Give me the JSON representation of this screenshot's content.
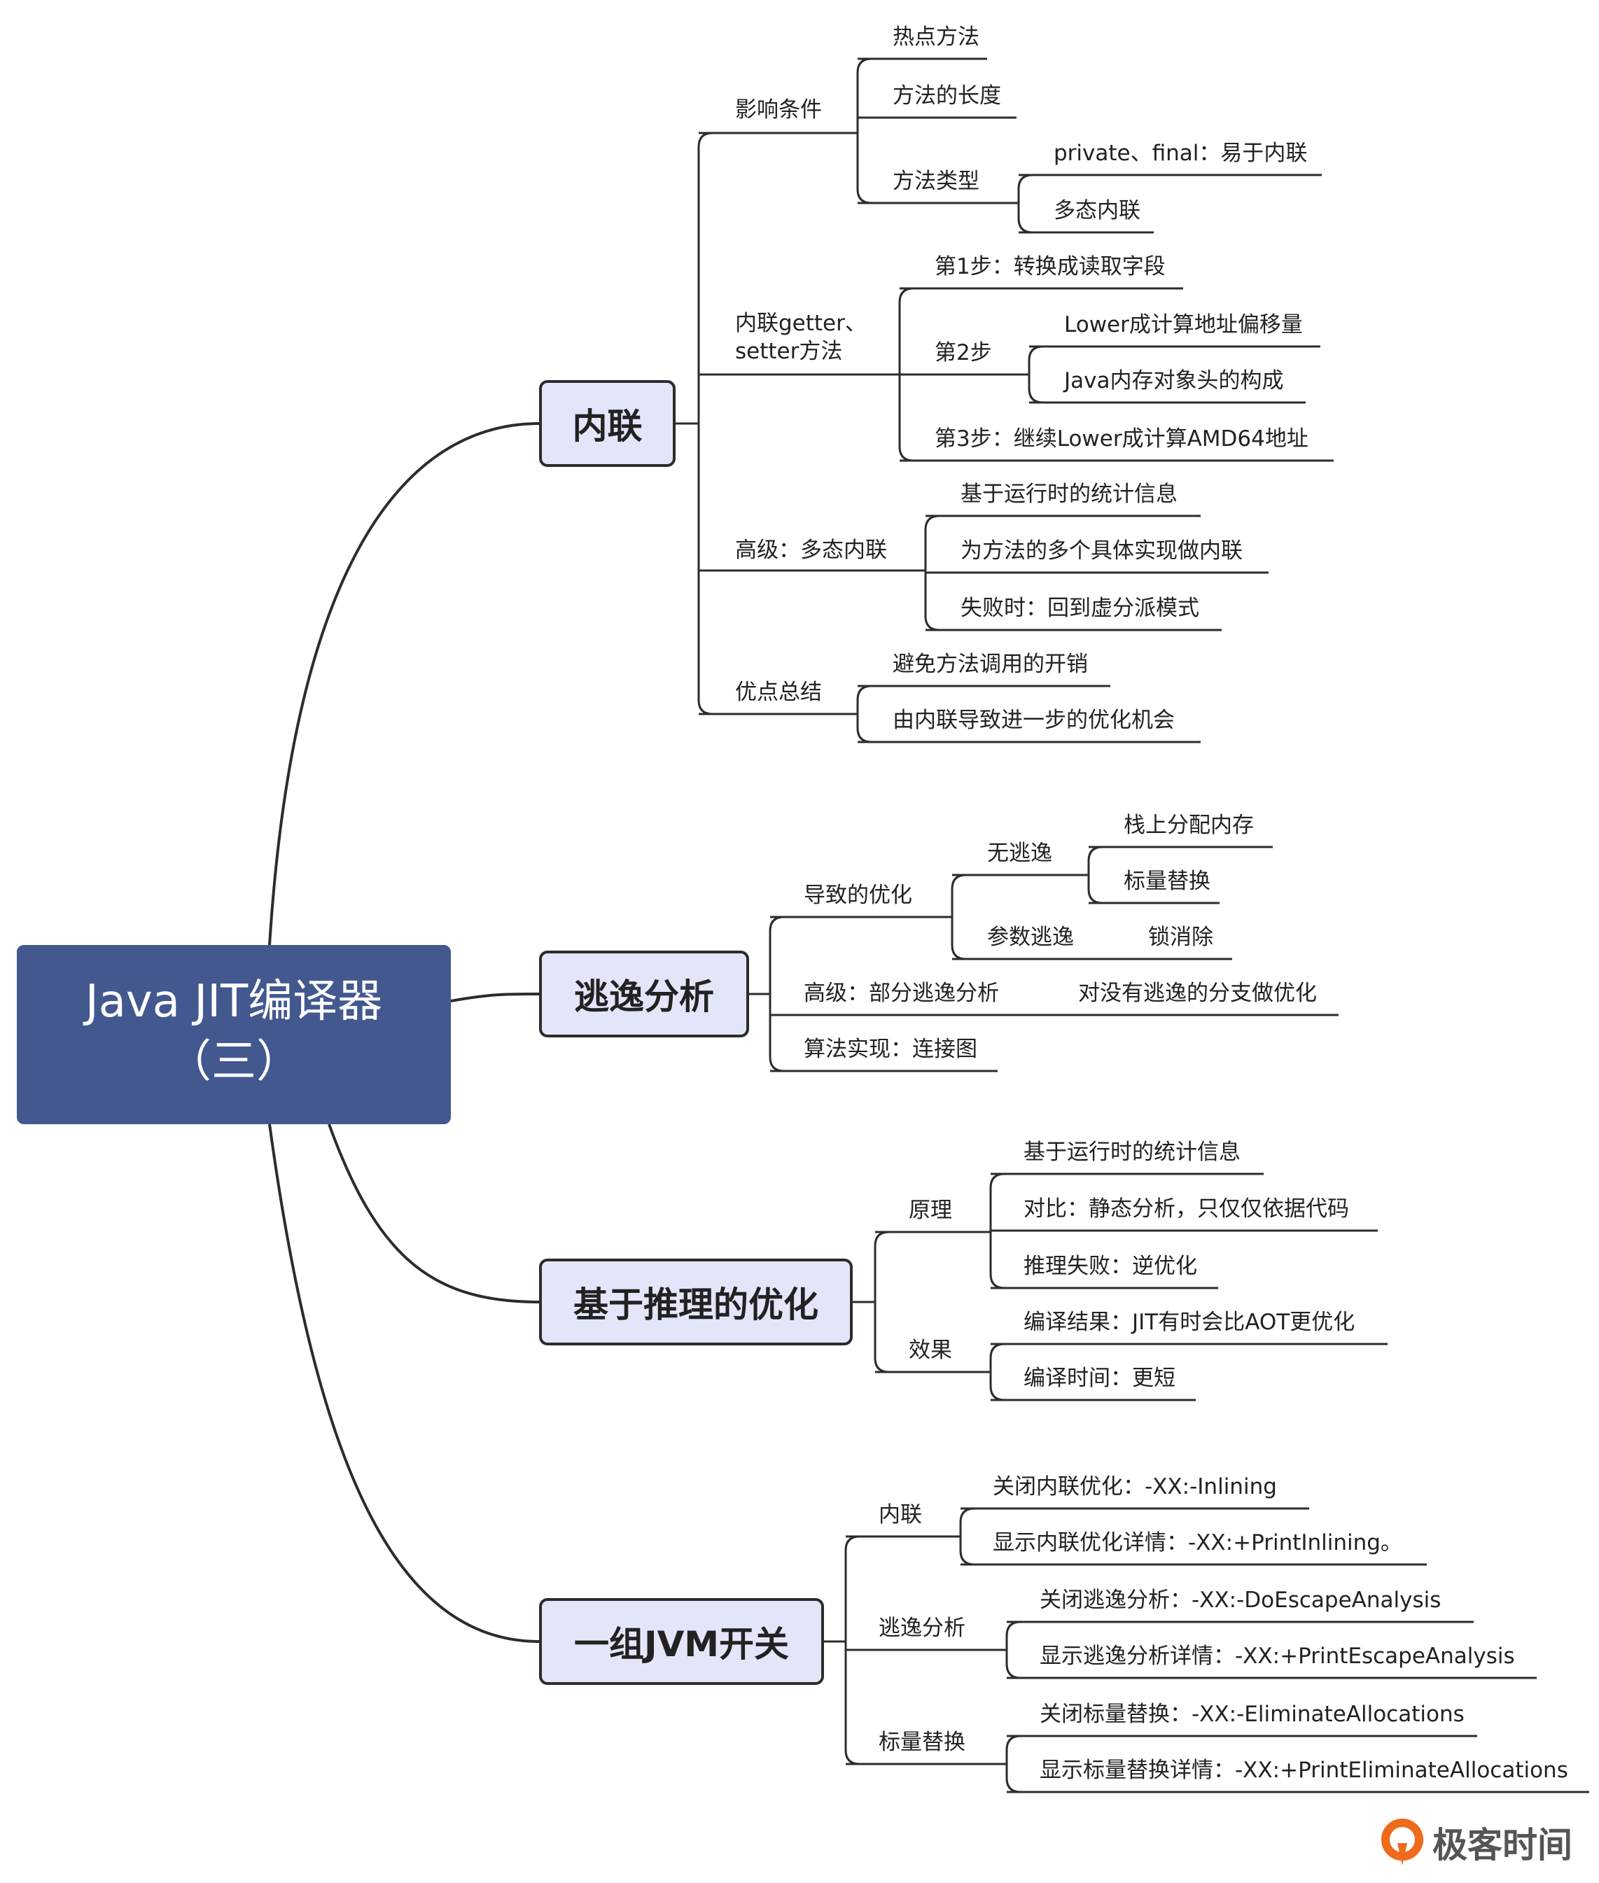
{
  "root": {
    "line1": "Java JIT编译器",
    "line2": "（三）"
  },
  "branches": {
    "inline": {
      "title": "内联",
      "factors": {
        "label": "影响条件",
        "hot": "热点方法",
        "length": "方法的长度",
        "type": "方法类型",
        "private_final": "private、final：易于内联",
        "poly": "多态内联"
      },
      "getset": {
        "line1": "内联getter、",
        "line2": "setter方法",
        "step1": "第1步：转换成读取字段",
        "step2": "第2步",
        "step2a": "Lower成计算地址偏移量",
        "step2b": "Java内存对象头的构成",
        "step3": "第3步：继续Lower成计算AMD64地址"
      },
      "advanced": {
        "label": "高级：多态内联",
        "a": "基于运行时的统计信息",
        "b": "为方法的多个具体实现做内联",
        "c": "失败时：回到虚分派模式"
      },
      "summary": {
        "label": "优点总结",
        "a": "避免方法调用的开销",
        "b": "由内联导致进一步的优化机会"
      }
    },
    "escape": {
      "title": "逃逸分析",
      "opt": {
        "label": "导致的优化",
        "none": "无逃逸",
        "stack": "栈上分配内存",
        "scalar": "标量替换",
        "arg": "参数逃逸",
        "lock": "锁消除"
      },
      "partial": {
        "label": "高级：部分逃逸分析",
        "a": "对没有逃逸的分支做优化"
      },
      "algo": "算法实现：连接图"
    },
    "spec": {
      "title": "基于推理的优化",
      "principle": {
        "label": "原理",
        "a": "基于运行时的统计信息",
        "b": "对比：静态分析，只仅仅依据代码",
        "c": "推理失败：逆优化"
      },
      "effect": {
        "label": "效果",
        "a": "编译结果：JIT有时会比AOT更优化",
        "b": "编译时间：更短"
      }
    },
    "flags": {
      "title": "一组JVM开关",
      "inline": {
        "label": "内联",
        "a": "关闭内联优化：-XX:-Inlining",
        "b": "显示内联优化详情：-XX:+PrintInlining。"
      },
      "escape": {
        "label": "逃逸分析",
        "a": "关闭逃逸分析：-XX:-DoEscapeAnalysis",
        "b": "显示逃逸分析详情：-XX:+PrintEscapeAnalysis"
      },
      "scalar": {
        "label": "标量替换",
        "a": "关闭标量替换：-XX:-EliminateAllocations",
        "b": "显示标量替换详情：-XX:+PrintEliminateAllocations"
      }
    }
  },
  "logo": {
    "text": "极客时间"
  },
  "colors": {
    "root_bg": "#42588f",
    "node_bg": "#e3e6f8",
    "line": "#2c2c2c",
    "logo": "#f06a1c"
  }
}
